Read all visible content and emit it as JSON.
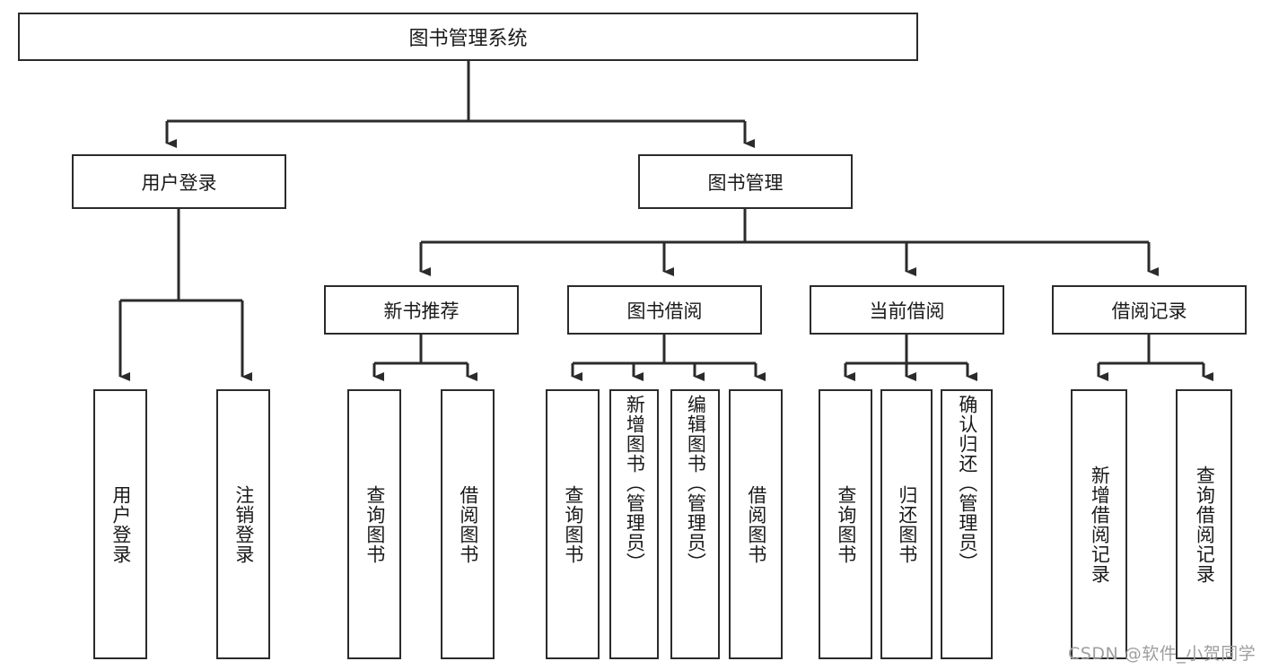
{
  "diagram": {
    "type": "tree-hierarchy",
    "title": "图书管理系统",
    "orientation": "top-down",
    "colors": {
      "box_border": "#2b2b2b",
      "box_fill": "#ffffff",
      "connector": "#2b2b2b",
      "text": "#1a1a1a",
      "watermark": "#9e9e9e",
      "background": "#ffffff"
    },
    "levels": {
      "root": "图书管理系统",
      "level2": [
        "用户登录",
        "图书管理"
      ],
      "level3": [
        "新书推荐",
        "图书借阅",
        "当前借阅",
        "借阅记录"
      ]
    }
  },
  "nodes": {
    "root": {
      "label": "图书管理系统"
    },
    "user_login": {
      "label": "用户登录"
    },
    "book_manage": {
      "label": "图书管理"
    },
    "new_book_rec": {
      "label": "新书推荐"
    },
    "book_borrow": {
      "label": "图书借阅"
    },
    "current_borrow": {
      "label": "当前借阅"
    },
    "borrow_record": {
      "label": "借阅记录"
    }
  },
  "leaves": {
    "user_login": [
      {
        "label": "用户登录"
      },
      {
        "label": "注销登录"
      }
    ],
    "new_book_rec": [
      {
        "label": "查询图书"
      },
      {
        "label": "借阅图书"
      }
    ],
    "book_borrow": [
      {
        "label": "查询图书"
      },
      {
        "label": "新增图书（管理员）"
      },
      {
        "label": "编辑图书（管理员）"
      },
      {
        "label": "借阅图书"
      }
    ],
    "current_borrow": [
      {
        "label": "查询图书"
      },
      {
        "label": "归还图书"
      },
      {
        "label": "确认归还（管理员）"
      }
    ],
    "borrow_record": [
      {
        "label": "新增借阅记录"
      },
      {
        "label": "查询借阅记录"
      }
    ]
  },
  "watermark": {
    "text": "CSDN @软件_小贺同学"
  }
}
